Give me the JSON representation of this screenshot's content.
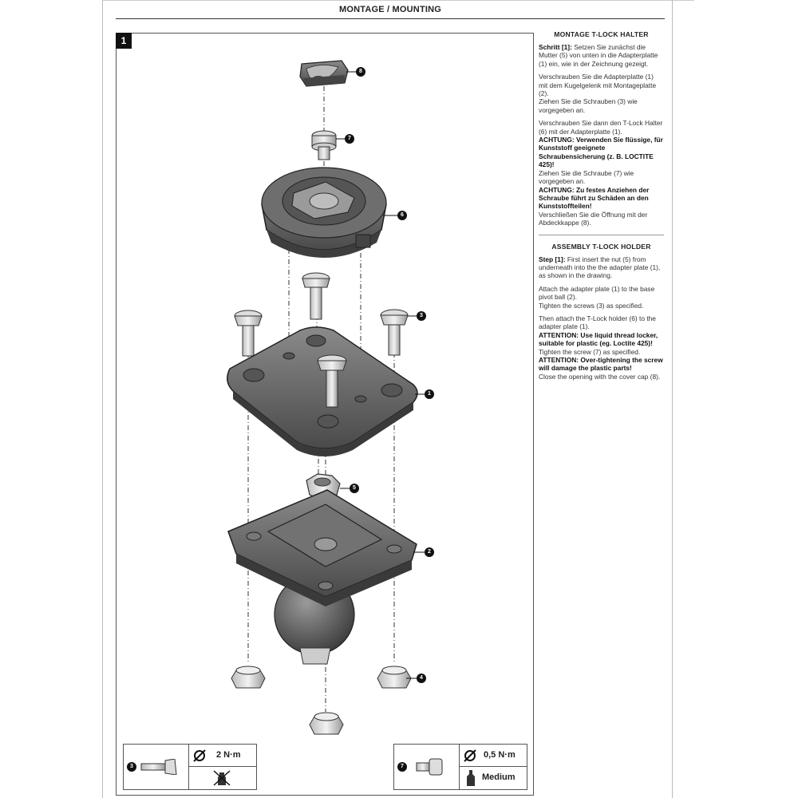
{
  "header": {
    "title": "MONTAGE / MOUNTING"
  },
  "figure": {
    "step_number": "1"
  },
  "callouts": {
    "c1": "1",
    "c2": "2",
    "c3": "3",
    "c4": "4",
    "c5": "5",
    "c6": "6",
    "c7": "7",
    "c8": "8"
  },
  "german": {
    "title": "MONTAGE T-LOCK HALTER",
    "p1_strong": "Schritt [1]:",
    "p1_text": " Setzen Sie zunächst die Mutter (5) von unten in die Adapterplatte (1) ein, wie in der Zeichnung gezeigt.",
    "p2_text": "Verschrauben Sie die Adapterplatte (1) mit dem Kugelgelenk mit Montageplatte (2).",
    "p2b_text": "Ziehen Sie die Schrauben (3) wie vorgegeben an.",
    "p3_text": "Verschrauben Sie dann den T-Lock Halter (6) mit der Adapterplatte (1).",
    "p3_warn": "ACHTUNG: Verwenden Sie flüssige, für Kunststoff geeignete Schraubensicherung (z. B. LOCTITE 425)!",
    "p3b_text": "Ziehen Sie die Schraube (7) wie vorgegeben an.",
    "p3_warn2": "ACHTUNG: Zu festes Anziehen der Schraube führt zu Schäden an den Kunststoffteilen!",
    "p3c_text": "Verschließen Sie die Öffnung mit der Abdeckkappe (8)."
  },
  "english": {
    "title": "ASSEMBLY T-LOCK HOLDER",
    "p1_strong": "Step [1]:",
    "p1_text": " First insert the nut (5) from underneath into the the adapter plate (1), as shown in the drawing.",
    "p2_text": "Attach the adapter plate (1) to the base pivot ball (2).",
    "p2b_text": "Tighten the screws (3) as specified.",
    "p3_text": "Then attach the T-Lock holder (6) to the adapter plate (1).",
    "p3_warn": "ATTENTION: Use liquid thread locker, suitable for plastic (eg. Loctite 425)!",
    "p3b_text": "Tighten the screw (7) as specified.",
    "p3_warn2": "ATTENTION: Over-tightening the screw will damage the plastic parts!",
    "p3c_text": "Close the opening with the cover cap (8)."
  },
  "torque_left": {
    "callout": "3",
    "torque": "2 N·m"
  },
  "torque_right": {
    "callout": "7",
    "torque": "0,5 N·m",
    "locker": "Medium"
  }
}
